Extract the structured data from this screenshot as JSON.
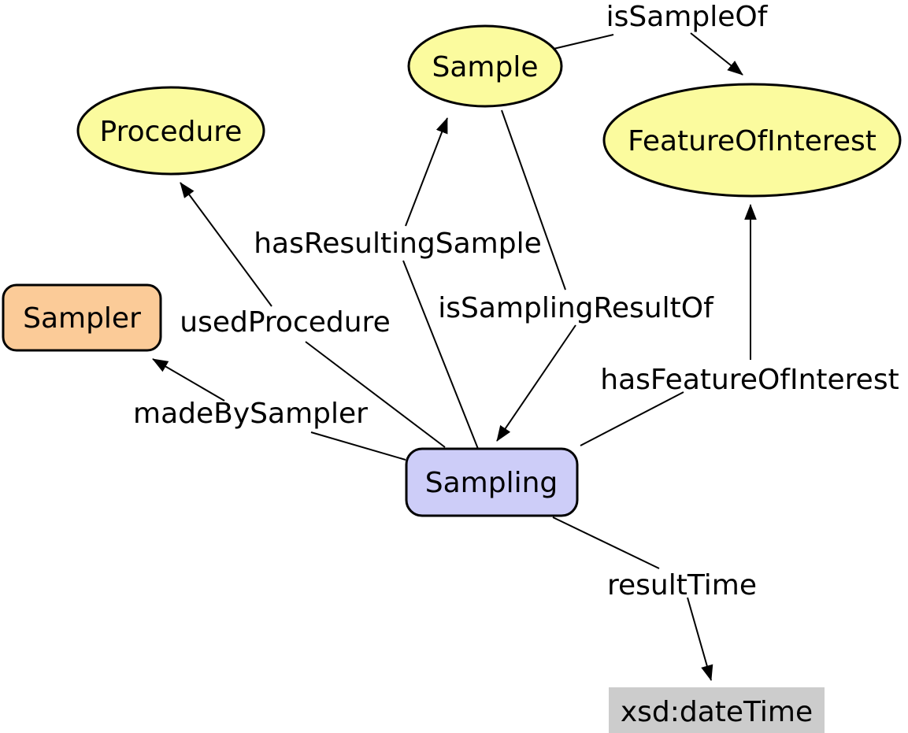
{
  "diagram": {
    "kind": "ontology-class-diagram",
    "background_color": "#FFFFFF",
    "stroke_color": "#000000"
  },
  "colors": {
    "class_ellipse_fill": "#FBFB9E",
    "sampler_fill": "#FBCB98",
    "sampling_fill": "#CDCDF8",
    "datatype_fill": "#CCCCCC",
    "line": "#000000"
  },
  "nodes": {
    "procedure": {
      "label": "Procedure",
      "shape": "ellipse",
      "fill": "#FBFB9E"
    },
    "sample": {
      "label": "Sample",
      "shape": "ellipse",
      "fill": "#FBFB9E"
    },
    "featureOfInterest": {
      "label": "FeatureOfInterest",
      "shape": "ellipse",
      "fill": "#FBFB9E"
    },
    "sampler": {
      "label": "Sampler",
      "shape": "rounded-rect",
      "fill": "#FBCB98"
    },
    "sampling": {
      "label": "Sampling",
      "shape": "rounded-rect",
      "fill": "#CDCDF8"
    },
    "xsdDateTime": {
      "label": "xsd:dateTime",
      "shape": "rect",
      "fill": "#CCCCCC"
    }
  },
  "edges": {
    "isSampleOf": {
      "label": "isSampleOf",
      "from": "Sample",
      "to": "FeatureOfInterest"
    },
    "hasResultingSample": {
      "label": "hasResultingSample",
      "from": "Sampling",
      "to": "Sample"
    },
    "isSamplingResultOf": {
      "label": "isSamplingResultOf",
      "from": "Sample",
      "to": "Sampling"
    },
    "usedProcedure": {
      "label": "usedProcedure",
      "from": "Sampling",
      "to": "Procedure"
    },
    "madeBySampler": {
      "label": "madeBySampler",
      "from": "Sampling",
      "to": "Sampler"
    },
    "hasFeatureOfInterest": {
      "label": "hasFeatureOfInterest",
      "from": "Sampling",
      "to": "FeatureOfInterest"
    },
    "resultTime": {
      "label": "resultTime",
      "from": "Sampling",
      "to": "xsd:dateTime"
    }
  }
}
